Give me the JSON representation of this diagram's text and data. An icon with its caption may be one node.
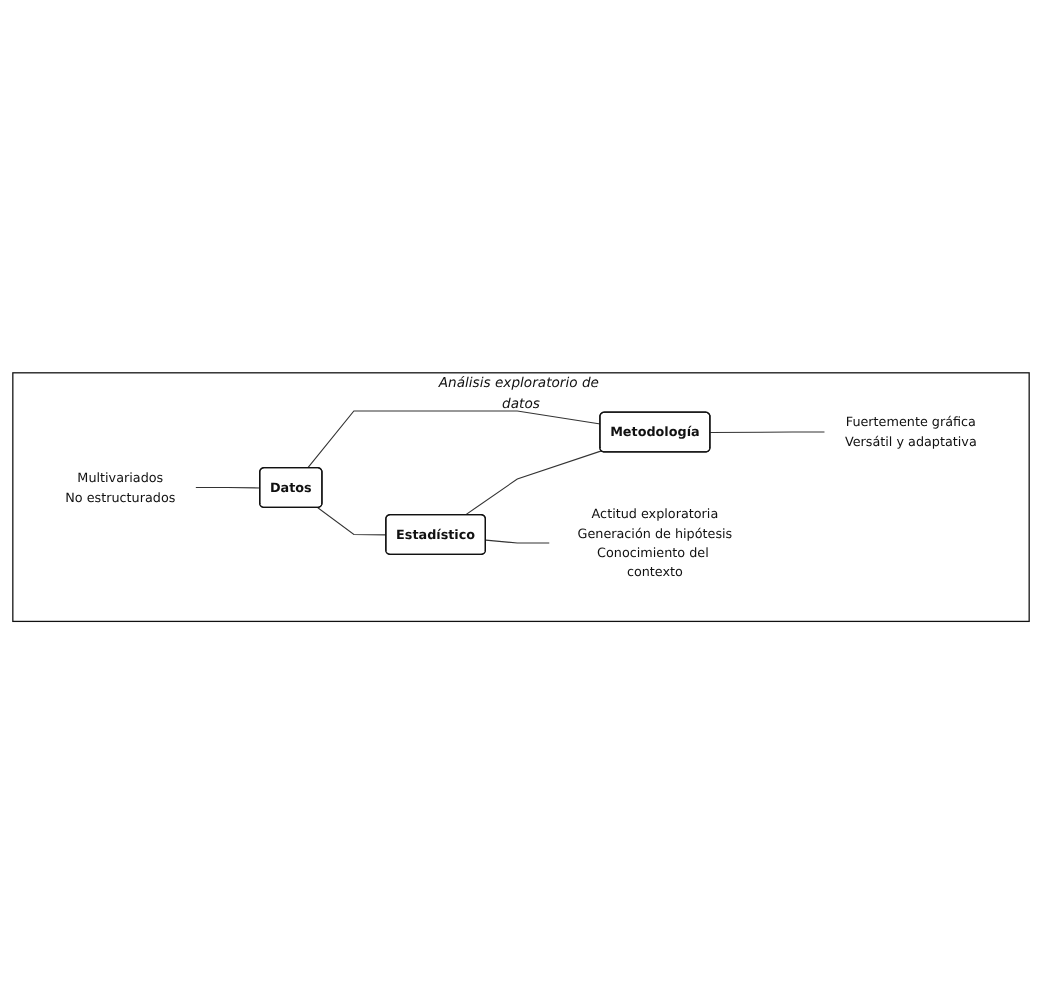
{
  "diagram": {
    "nodes": [
      {
        "text": [
          "Análisis exploratorio de datos"
        ]
      },
      {
        "text": [
          "Multivariados",
          "No estructurados"
        ],
        "in": 0
      },
      {
        "text": [
          "Datos"
        ],
        "in": 0
      },
      {
        "text": [
          "Estadístico"
        ],
        "in": 0
      },
      {
        "text": [
          "Metodología"
        ],
        "in": 0
      },
      {
        "text": [
          "Actitud exploratoria",
          "Generación de hipótesis",
          "Conocimiento del contexto"
        ],
        "in": 0
      },
      {
        "text": [
          "Fuertemente gráfica",
          "Versátil y adaptativa"
        ],
        "in": 0
      }
    ],
    "edges": [
      {
        "from": 1,
        "to": 2,
        "arrow": "none"
      },
      {
        "from": 2,
        "to": 3,
        "arrow": "none"
      },
      {
        "from": 2,
        "to": 4,
        "arrow": "none"
      },
      {
        "from": 3,
        "to": 4,
        "arrow": "none"
      },
      {
        "from": 3,
        "to": 5,
        "arrow": "none"
      },
      {
        "from": 4,
        "to": 6,
        "arrow": "none"
      }
    ]
  }
}
